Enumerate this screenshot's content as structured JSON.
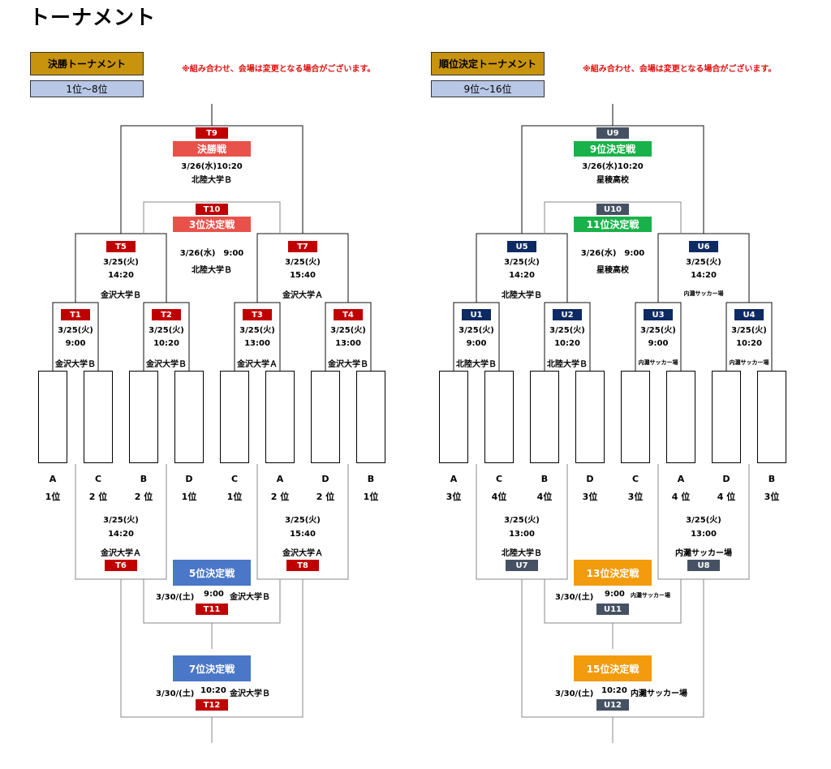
{
  "page": {
    "title": "トーナメント"
  },
  "colors": {
    "final": "#e8524a",
    "third": "#e8524a",
    "nine": "#19b24a",
    "placeA": "#4a77c8",
    "placeB": "#f29b0c",
    "badgeT": "#c00000",
    "badgeU": "#465263",
    "badgeUdark": "#0e2a63",
    "gold": "#c8930d",
    "subBlue": "#b8c7e6"
  },
  "brackets": [
    {
      "key": "left",
      "header": "決勝トーナメント",
      "subheader": "1位～8位",
      "note": "※組み合わせ、会場は変更となる場合がございます。",
      "final_match": {
        "badge": "T9",
        "label": "決勝戦",
        "date": "3/26(水)10:20",
        "venue": "北陸大学Ｂ"
      },
      "third_match": {
        "badge": "T10",
        "label": "3位決定戦",
        "date": "3/26(水)　9:00",
        "venue": "北陸大学Ｂ"
      },
      "semis": [
        {
          "badge": "T5",
          "date": "3/25(火)",
          "time": "14:20",
          "venue": "金沢大学Ｂ"
        },
        {
          "badge": "T7",
          "date": "3/25(火)",
          "time": "15:40",
          "venue": "金沢大学Ａ"
        }
      ],
      "quarters": [
        {
          "badge": "T1",
          "date": "3/25(火)",
          "time": "9:00",
          "venue": "金沢大学Ｂ"
        },
        {
          "badge": "T2",
          "date": "3/25(火)",
          "time": "10:20",
          "venue": "金沢大学Ｂ"
        },
        {
          "badge": "T3",
          "date": "3/25(火)",
          "time": "13:00",
          "venue": "金沢大学Ａ"
        },
        {
          "badge": "T4",
          "date": "3/25(火)",
          "time": "13:00",
          "venue": "金沢大学Ｂ"
        }
      ],
      "seeds": [
        {
          "group": "A",
          "rank": "1位"
        },
        {
          "group": "C",
          "rank": "2 位"
        },
        {
          "group": "B",
          "rank": "2 位"
        },
        {
          "group": "D",
          "rank": "1位"
        },
        {
          "group": "C",
          "rank": "1位"
        },
        {
          "group": "A",
          "rank": "2 位"
        },
        {
          "group": "D",
          "rank": "2 位"
        },
        {
          "group": "B",
          "rank": "1位"
        }
      ],
      "lower_semis": [
        {
          "badge": "T6",
          "date": "3/25(火)",
          "time": "14:20",
          "venue": "金沢大学Ａ"
        },
        {
          "badge": "T8",
          "date": "3/25(火)",
          "time": "15:40",
          "venue": "金沢大学Ａ"
        }
      ],
      "place5": {
        "label": "5位決定戦",
        "date": "3/30/(土)",
        "time": "9:00",
        "venue": "金沢大学Ｂ",
        "badge": "T11"
      },
      "place7": {
        "label": "7位決定戦",
        "date": "3/30/(土)",
        "time": "10:20",
        "venue": "金沢大学Ｂ",
        "badge": "T12"
      }
    },
    {
      "key": "right",
      "header": "順位決定トーナメント",
      "subheader": "9位～16位",
      "note": "※組み合わせ、会場は変更となる場合がございます。",
      "final_match": {
        "badge": "U9",
        "label": "9位決定戦",
        "date": "3/26(水)10:20",
        "venue": "星稜高校"
      },
      "third_match": {
        "badge": "U10",
        "label": "11位決定戦",
        "date": "3/26(水)　9:00",
        "venue": "星稜高校"
      },
      "semis": [
        {
          "badge": "U5",
          "date": "3/25(火)",
          "time": "14:20",
          "venue": "北陸大学Ｂ"
        },
        {
          "badge": "U6",
          "date": "3/25(火)",
          "time": "14:20",
          "venue": "内灘サッカー場"
        }
      ],
      "quarters": [
        {
          "badge": "U1",
          "date": "3/25(火)",
          "time": "9:00",
          "venue": "北陸大学Ｂ"
        },
        {
          "badge": "U2",
          "date": "3/25(火)",
          "time": "10:20",
          "venue": "北陸大学Ｂ"
        },
        {
          "badge": "U3",
          "date": "3/25(火)",
          "time": "9:00",
          "venue": "内灘サッカー場"
        },
        {
          "badge": "U4",
          "date": "3/25(火)",
          "time": "10:20",
          "venue": "内灘サッカー場"
        }
      ],
      "seeds": [
        {
          "group": "A",
          "rank": "3位"
        },
        {
          "group": "C",
          "rank": "4位"
        },
        {
          "group": "B",
          "rank": "4位"
        },
        {
          "group": "D",
          "rank": "3位"
        },
        {
          "group": "C",
          "rank": "3位"
        },
        {
          "group": "A",
          "rank": "4 位"
        },
        {
          "group": "D",
          "rank": "4 位"
        },
        {
          "group": "B",
          "rank": "3位"
        }
      ],
      "lower_semis": [
        {
          "badge": "U7",
          "date": "3/25(火)",
          "time": "13:00",
          "venue": "北陸大学Ｂ"
        },
        {
          "badge": "U8",
          "date": "3/25(火)",
          "time": "13:00",
          "venue": "内灘サッカー場"
        }
      ],
      "place5": {
        "label": "13位決定戦",
        "date": "3/30/(土)",
        "time": "9:00",
        "venue": "内灘サッカー場",
        "badge": "U11"
      },
      "place7": {
        "label": "15位決定戦",
        "date": "3/30/(土)",
        "time": "10:20",
        "venue": "内灘サッカー場",
        "badge": "U12"
      }
    }
  ]
}
